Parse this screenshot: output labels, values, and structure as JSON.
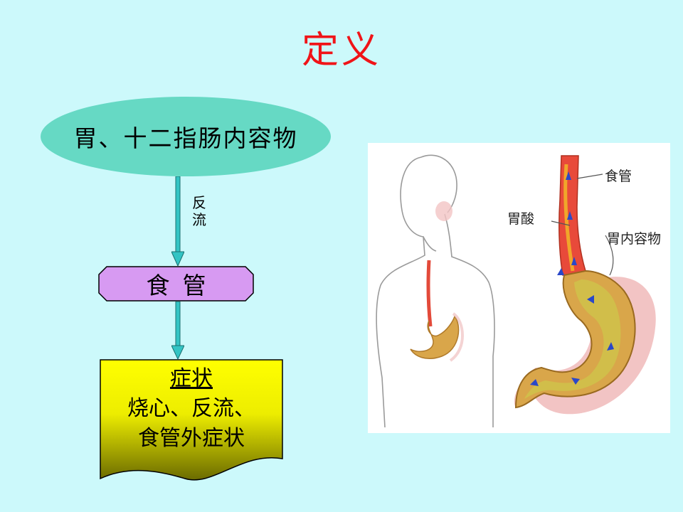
{
  "title": "定义",
  "flow": {
    "source": "胃、十二指肠内容物",
    "reflux_label": "反流",
    "esophagus": "食管",
    "symptoms_heading": "症状",
    "symptoms_line1": "烧心、反流、",
    "symptoms_line2": "食管外症状"
  },
  "illustration": {
    "label_esophagus": "食管",
    "label_acid": "胃酸",
    "label_contents": "胃内容物"
  },
  "colors": {
    "background": "#ccf9fb",
    "title": "#f01418",
    "source_ellipse": "#66d9c4",
    "esophagus_box": "#d79af2",
    "symptoms_top": "#ffff00",
    "symptoms_bottom": "#6b6b00",
    "arrow": "#33c4c4"
  }
}
